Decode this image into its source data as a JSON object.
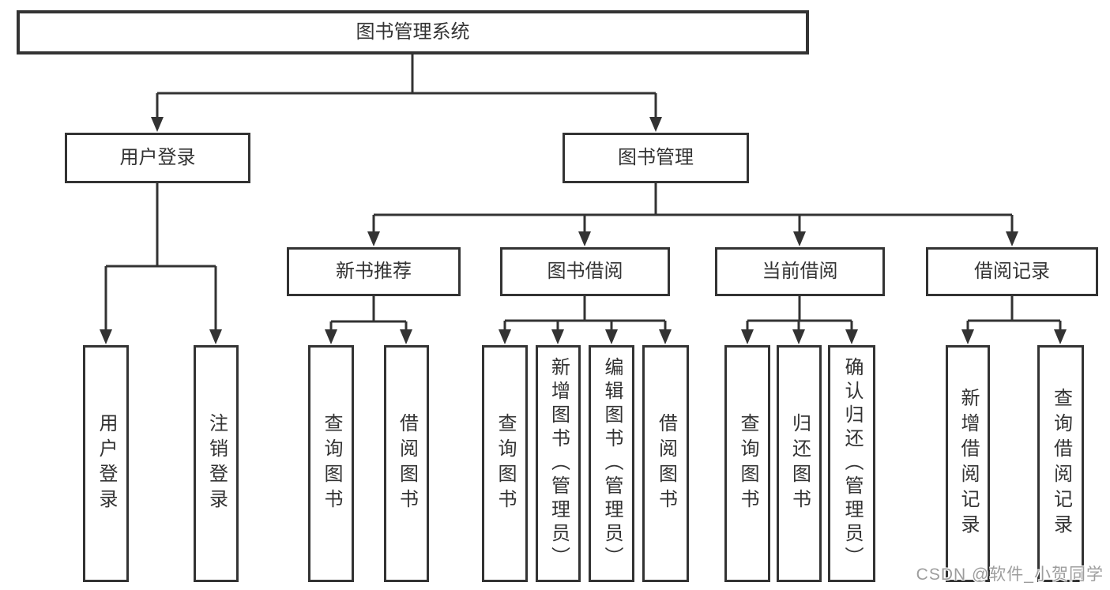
{
  "diagram_title": "图书管理系统",
  "tree": {
    "label": "图书管理系统",
    "children": [
      {
        "label": "用户登录",
        "children": [
          {
            "label": "用户登录"
          },
          {
            "label": "注销登录"
          }
        ]
      },
      {
        "label": "图书管理",
        "children": [
          {
            "label": "新书推荐",
            "children": [
              {
                "label": "查询图书"
              },
              {
                "label": "借阅图书"
              }
            ]
          },
          {
            "label": "图书借阅",
            "children": [
              {
                "label": "查询图书"
              },
              {
                "label": "新增图书（管理员）"
              },
              {
                "label": "编辑图书（管理员）"
              },
              {
                "label": "借阅图书"
              }
            ]
          },
          {
            "label": "当前借阅",
            "children": [
              {
                "label": "查询图书"
              },
              {
                "label": "归还图书"
              },
              {
                "label": "确认归还（管理员）"
              }
            ]
          },
          {
            "label": "借阅记录",
            "children": [
              {
                "label": "新增借阅记录"
              },
              {
                "label": "查询借阅记录"
              }
            ]
          }
        ]
      }
    ]
  },
  "watermark": "CSDN @软件_小贺同学",
  "colors": {
    "background": "#ffffff",
    "line": "#333333",
    "box_border": "#333333",
    "box_fill": "#ffffff",
    "text": "#333333",
    "watermark": "#9d9d9d"
  }
}
